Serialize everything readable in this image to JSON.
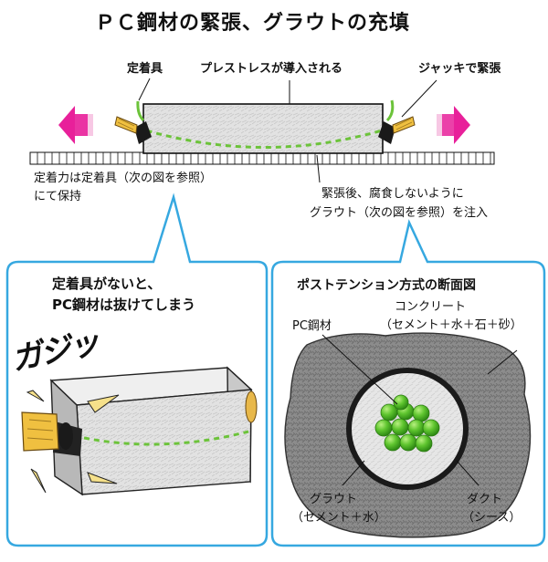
{
  "title": "ＰＣ鋼材の緊張、グラウトの充填",
  "top": {
    "label_anchor": "定着具",
    "label_prestress": "プレストレスが導入される",
    "label_jack": "ジャッキで緊張",
    "label_fixing_line1": "定着力は定着具（次の図を参照）",
    "label_fixing_line2": "にて保持",
    "label_grout_line1": "緊張後、腐食しないように",
    "label_grout_line2": "グラウト（次の図を参照）を注入"
  },
  "left_bubble": {
    "title_line1": "定着具がないと、",
    "title_line2": "PC鋼材は抜けてしまう",
    "sound_text": "ガジッ"
  },
  "right_bubble": {
    "title": "ポストテンション方式の断面図",
    "label_concrete_line1": "コンクリート",
    "label_concrete_line2": "（セメント＋水＋石＋砂）",
    "label_pc_steel": "PC鋼材",
    "label_grout_line1": "グラウト",
    "label_grout_line2": "（セメント＋水）",
    "label_duct_line1": "ダクト",
    "label_duct_line2": "（シース）"
  },
  "colors": {
    "tendon_green": "#6cc33a",
    "arrow_magenta": "#e8209a",
    "bubble_blue": "#36a8e0",
    "concrete_gray": "#8a8a8a",
    "block_gray": "#dcdcdc",
    "anchor_yellow": "#f0c040"
  }
}
